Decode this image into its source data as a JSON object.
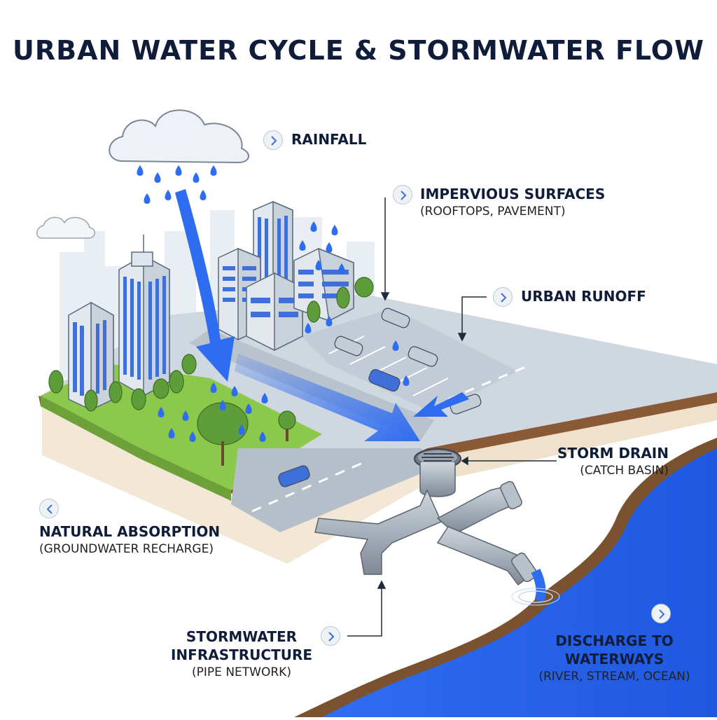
{
  "title": "URBAN WATER CYCLE & STORMWATER FLOW",
  "labels": {
    "rainfall": {
      "main": "RAINFALL"
    },
    "impervious": {
      "main": "IMPERVIOUS SURFACES",
      "sub": "(ROOFTOPS, PAVEMENT)"
    },
    "runoff": {
      "main": "URBAN RUNOFF"
    },
    "drain": {
      "main": "STORM DRAIN",
      "sub": "(CATCH BASIN)"
    },
    "absorption": {
      "main": "NATURAL ABSORPTION",
      "sub": "(GROUNDWATER RECHARGE)"
    },
    "infrastructure": {
      "main1": "STORMWATER",
      "main2": "INFRASTRUCTURE",
      "sub": "(PIPE NETWORK)"
    },
    "discharge": {
      "main1": "DISCHARGE TO",
      "main2": "WATERWAYS",
      "sub": "(RIVER, STREAM, OCEAN)"
    }
  },
  "colors": {
    "title": "#0f1d3a",
    "water": "#2e6cf0",
    "grass": "#8cc84b",
    "pavement": "#c9d2dc",
    "soil": "#f1e4d2",
    "building": "#dfe5ec",
    "windows": "#3f6fd8",
    "pipe": "#9aa3ad"
  }
}
